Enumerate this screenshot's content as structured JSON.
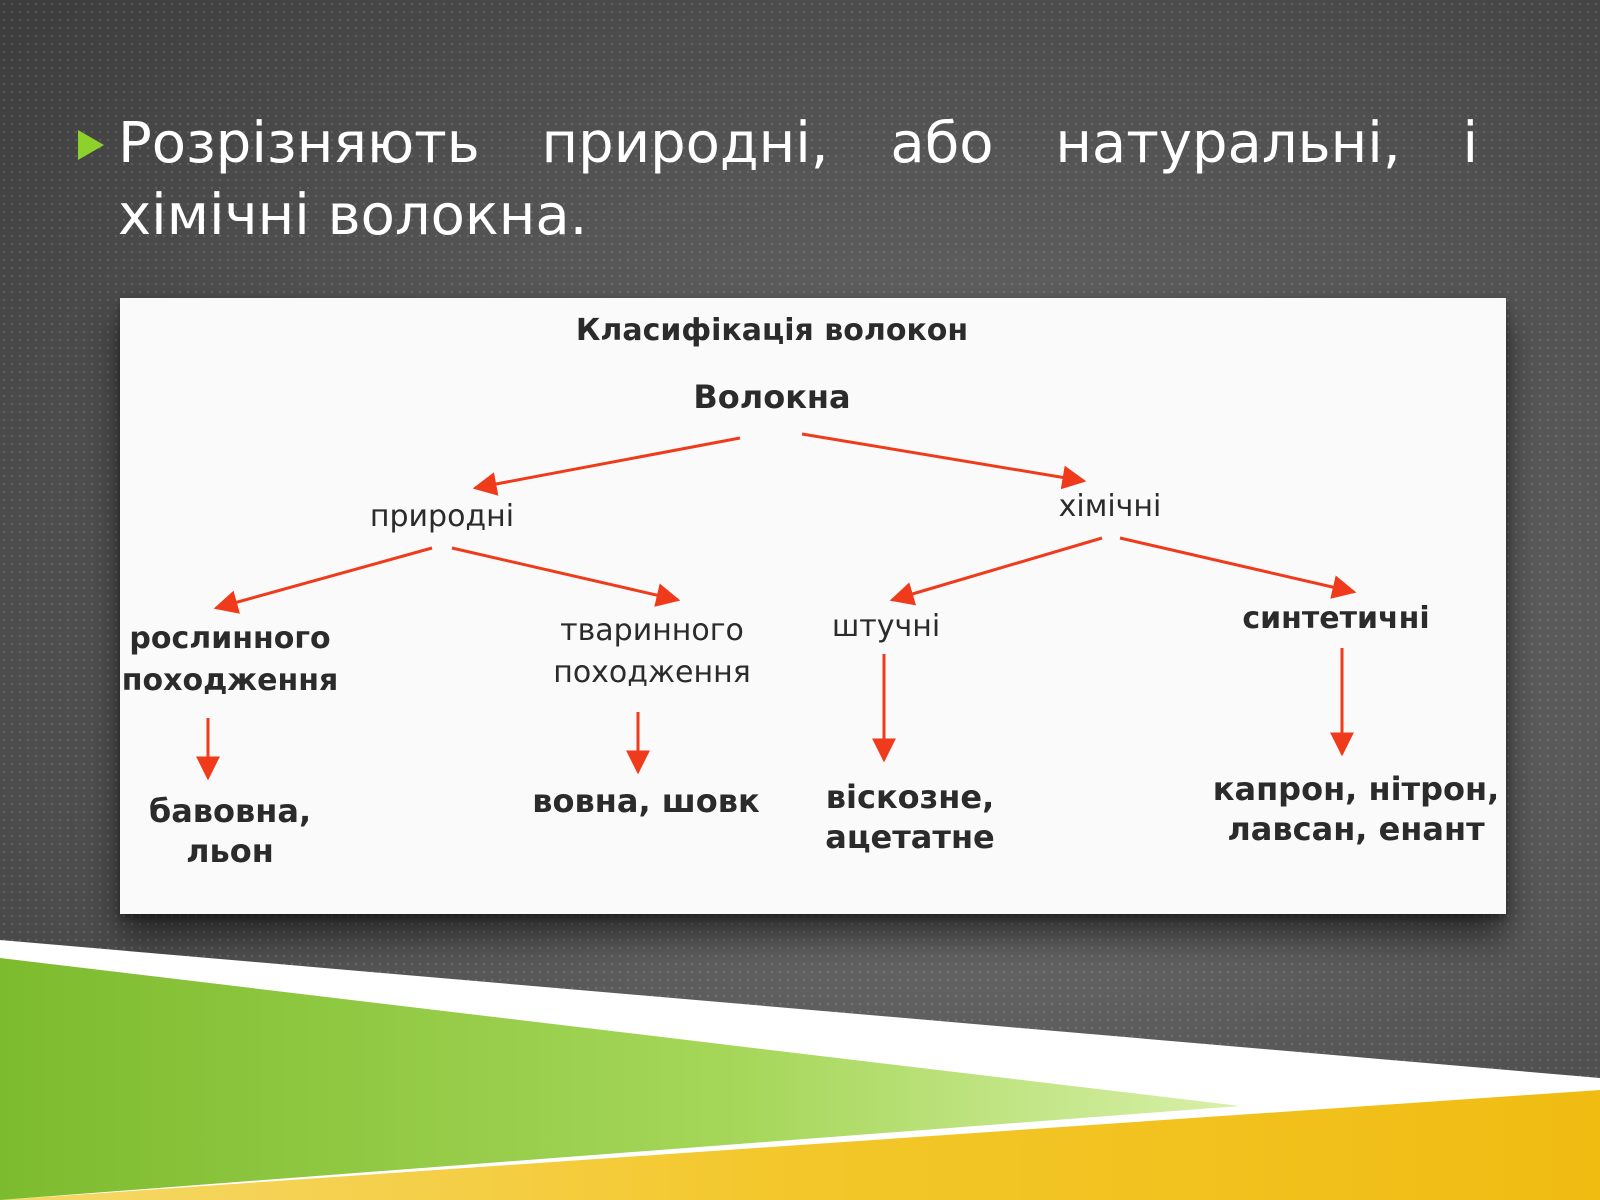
{
  "slide": {
    "bullet_text": "Розрізняють природні, або натуральні, і хімічні волокна."
  },
  "diagram": {
    "title": "Класифікація волокон",
    "root": "Волокна",
    "natural": "природні",
    "chemical": "хімічні",
    "plant_line1": "рослинного",
    "plant_line2": "походження",
    "animal_line1": "тваринного",
    "animal_line2": "походження",
    "artificial": "штучні",
    "synthetic": "синтетичні",
    "plant_examples_line1": "бавовна,",
    "plant_examples_line2": "льон",
    "animal_examples": "вовна, шовк",
    "artificial_examples_line1": "віскозне,",
    "artificial_examples_line2": "ацетатне",
    "synthetic_examples_line1": "капрон, нітрон,",
    "synthetic_examples_line2": "лавсан, енант"
  },
  "colors": {
    "arrow": "#ef3b1c",
    "bullet": "#8fd12c",
    "green_band": "#8cc63f",
    "yellow_band": "#f0c420"
  }
}
